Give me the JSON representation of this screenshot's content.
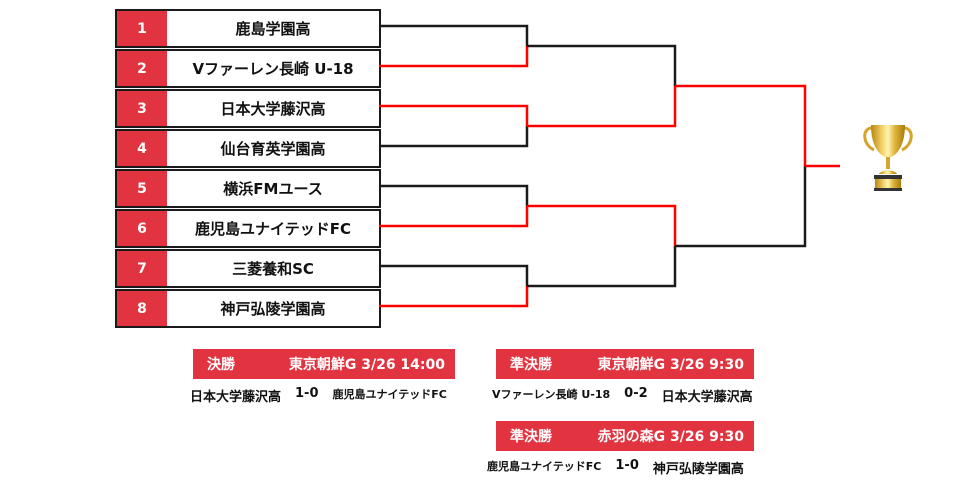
{
  "colors": {
    "accent": "#e23340",
    "winner_line": "#ff0000",
    "loser_line": "#1a1a1a"
  },
  "teams": [
    {
      "seed": "1",
      "name": "鹿島学園高"
    },
    {
      "seed": "2",
      "name": "Vファーレン長崎 U-18"
    },
    {
      "seed": "3",
      "name": "日本大学藤沢高"
    },
    {
      "seed": "4",
      "name": "仙台育英学園高"
    },
    {
      "seed": "5",
      "name": "横浜FMユース"
    },
    {
      "seed": "6",
      "name": "鹿児島ユナイテッドFC"
    },
    {
      "seed": "7",
      "name": "三菱養和SC"
    },
    {
      "seed": "8",
      "name": "神戸弘陵学園高"
    }
  ],
  "bracket": {
    "round1_winners": [
      "2",
      "3",
      "6",
      "8"
    ],
    "semifinal_winners": [
      "3",
      "6"
    ],
    "champion": "3"
  },
  "trophy_icon": "trophy-icon",
  "matches": [
    {
      "round": "決勝",
      "venue": "東京朝鮮G 3/26 14:00",
      "home": "日本大学藤沢高",
      "score": "1-0",
      "away": "鹿児島ユナイテッドFC"
    },
    {
      "round": "準決勝",
      "venue": "東京朝鮮G 3/26 9:30",
      "home": "Vファーレン長崎 U-18",
      "score": "0-2",
      "away": "日本大学藤沢高"
    },
    {
      "round": "準決勝",
      "venue": "赤羽の森G 3/26 9:30",
      "home": "鹿児島ユナイテッドFC",
      "score": "1-0",
      "away": "神戸弘陵学園高"
    }
  ]
}
